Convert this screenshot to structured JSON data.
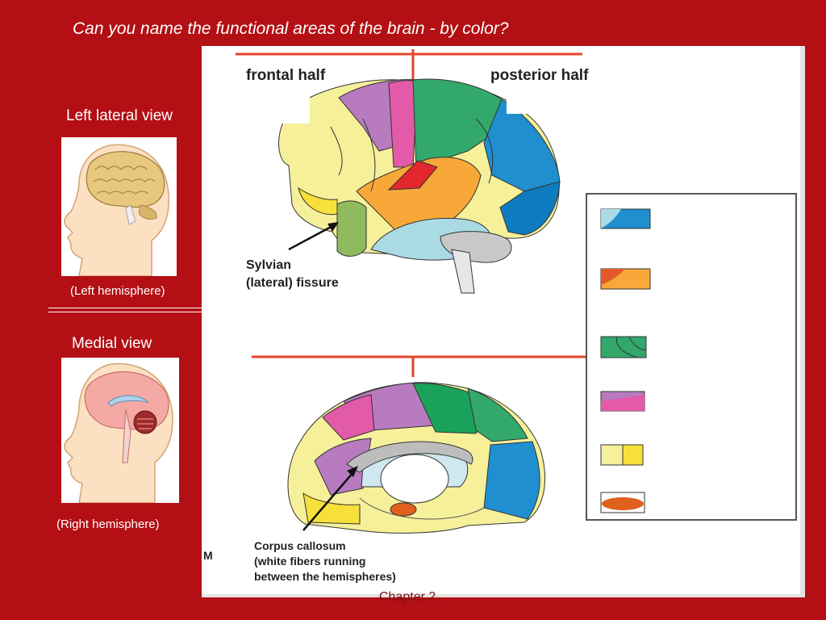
{
  "title": "Can you name the functional areas of the brain - by color?",
  "left_lateral_label": "Left lateral view",
  "left_hemisphere_caption": "(Left hemisphere)",
  "medial_label": "Medial view",
  "right_hemisphere_caption": "(Right hemisphere)",
  "diagram": {
    "frontal_half": "frontal half",
    "posterior_half": "posterior half",
    "sylvian_line1": "Sylvian",
    "sylvian_line2": "(lateral) fissure",
    "corpus_line1": "Corpus callosum",
    "corpus_line2": "(white fibers running",
    "corpus_line3": "between the hemispheres)",
    "left_fragment": "M"
  },
  "footer": "Chapter 2",
  "colors": {
    "background": "#b30f14",
    "occipital_blue": "#1f8fd0",
    "temporal_orange": "#f7a838",
    "parietal_green": "#32a86a",
    "motor_purple": "#b87bbf",
    "frontal_yellow": "#f6f09a",
    "corpus_orange": "#e0601e"
  }
}
